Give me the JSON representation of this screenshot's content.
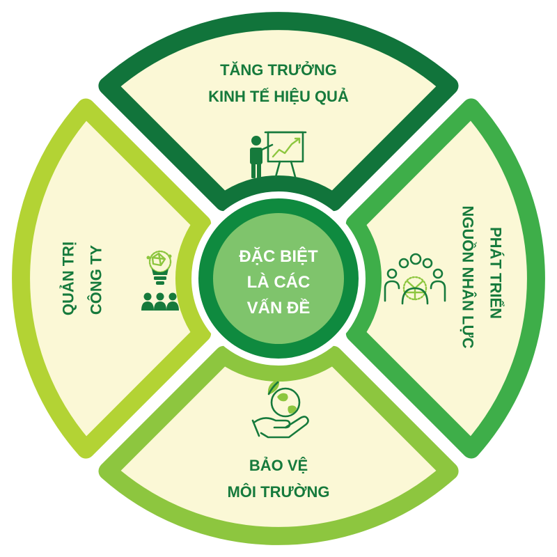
{
  "center": {
    "lines": [
      "ĐẶC BIỆT",
      "LÀ CÁC",
      "VẤN ĐỀ"
    ],
    "ring_color": "#0f8a3f",
    "inner_color": "#7fc46c"
  },
  "segments": {
    "top": {
      "lines": [
        "TĂNG TRƯỞNG",
        "KINH TẾ HIỆU QUẢ"
      ],
      "icon": "presentation-chart-icon",
      "color": "#11743b"
    },
    "right": {
      "lines": [
        "PHÁT TRIỂN",
        "NGUỒN NHÂN LỰC"
      ],
      "icon": "team-people-icon",
      "color": "#3eae49"
    },
    "bottom": {
      "lines": [
        "BẢO VỆ",
        "MÔI TRƯỜNG"
      ],
      "icon": "hand-globe-leaf-icon",
      "color": "#8dc63f"
    },
    "left": {
      "lines": [
        "QUẢN TRỊ",
        "CÔNG TY"
      ],
      "icon": "idea-bulb-team-icon",
      "color": "#b3d334"
    }
  },
  "colors": {
    "segment_fill": "#fbf8d6",
    "label_text": "#167a3c"
  }
}
